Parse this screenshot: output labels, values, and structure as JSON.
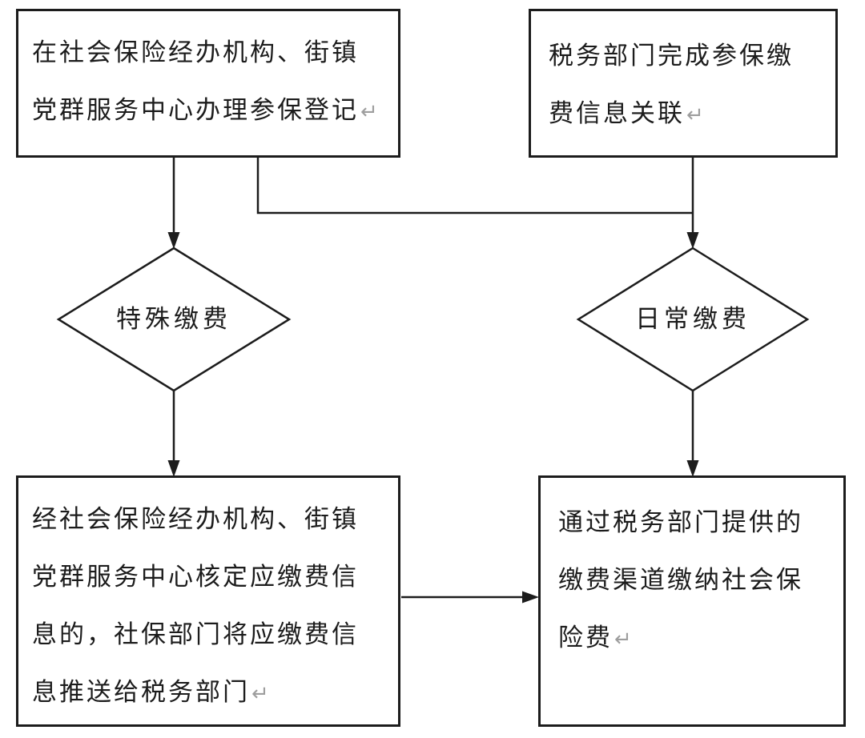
{
  "diagram": {
    "title_implicit": "社会保险参保缴费流程图",
    "background": "#ffffff",
    "stroke_color": "#1c1c1c",
    "text_color": "#1c1c1c",
    "return_mark": {
      "glyph": "↵",
      "color": "#9e9e9e"
    },
    "nodes": {
      "register_box": {
        "lines": [
          "在社会保险经办机构、街镇",
          "党群服务中心办理参保登记"
        ],
        "full_text": "在社会保险经办机构、街镇党群服务中心办理参保登记"
      },
      "tax_link_box": {
        "lines": [
          "税务部门完成参保缴",
          "费信息关联"
        ],
        "full_text": "税务部门完成参保缴费信息关联"
      },
      "special_payment_diamond": {
        "label": "特殊缴费"
      },
      "daily_payment_diamond": {
        "label": "日常缴费"
      },
      "verify_box": {
        "lines": [
          "经社会保险经办机构、街镇",
          "党群服务中心核定应缴费信",
          "息的，社保部门将应缴费信",
          "息推送给税务部门"
        ],
        "full_text": "经社会保险经办机构、街镇党群服务中心核定应缴费信息的，社保部门将应缴费信息推送给税务部门"
      },
      "pay_box": {
        "lines": [
          "通过税务部门提供的",
          "缴费渠道缴纳社会保",
          "险费"
        ],
        "full_text": "通过税务部门提供的缴费渠道缴纳社会保险费"
      }
    },
    "edges": [
      {
        "from": "register_box",
        "to": "special_payment_diamond",
        "type": "arrow-down"
      },
      {
        "from": "register_box",
        "to": "daily_payment_diamond",
        "type": "elbow-joins-right-line"
      },
      {
        "from": "tax_link_box",
        "to": "daily_payment_diamond",
        "type": "arrow-down"
      },
      {
        "from": "special_payment_diamond",
        "to": "verify_box",
        "type": "arrow-down"
      },
      {
        "from": "daily_payment_diamond",
        "to": "pay_box",
        "type": "arrow-down"
      },
      {
        "from": "verify_box",
        "to": "pay_box",
        "type": "arrow-right"
      }
    ]
  }
}
